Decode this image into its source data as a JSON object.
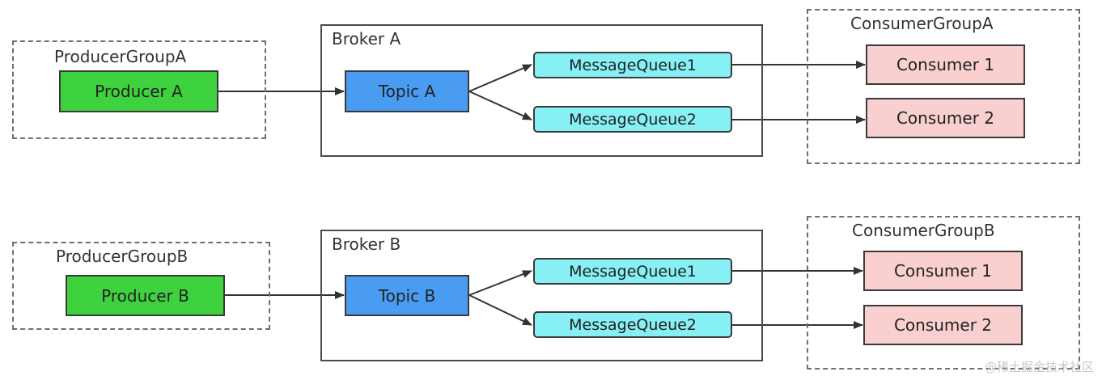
{
  "rows": [
    {
      "producer_group": "ProducerGroupA",
      "producer": "Producer A",
      "broker": "Broker A",
      "topic": "Topic A",
      "queues": [
        "MessageQueue1",
        "MessageQueue2"
      ],
      "consumer_group": "ConsumerGroupA",
      "consumers": [
        "Consumer 1",
        "Consumer 2"
      ]
    },
    {
      "producer_group": "ProducerGroupB",
      "producer": "Producer B",
      "broker": "Broker B",
      "topic": "Topic B",
      "queues": [
        "MessageQueue1",
        "MessageQueue2"
      ],
      "consumer_group": "ConsumerGroupB",
      "consumers": [
        "Consumer 1",
        "Consumer 2"
      ]
    }
  ],
  "watermark": "@稀土掘金技术社区",
  "colors": {
    "producer": "#3fd23f",
    "topic": "#4a9cf3",
    "queue": "#86f0f5",
    "consumer": "#f9cfcf"
  }
}
